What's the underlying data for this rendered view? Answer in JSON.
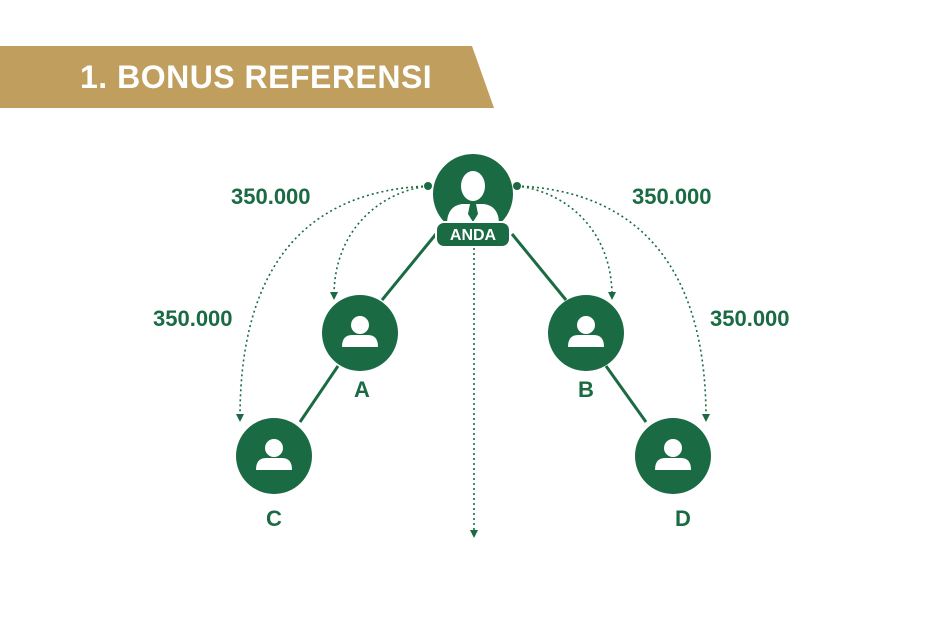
{
  "header": {
    "title": "1. BONUS REFERENSI"
  },
  "colors": {
    "green": "#1a6b43",
    "gold": "#c09f5e",
    "white": "#ffffff"
  },
  "nodes": {
    "root": {
      "label": "ANDA",
      "icon": "user-tie-icon"
    },
    "a": {
      "label": "A",
      "icon": "user-icon"
    },
    "b": {
      "label": "B",
      "icon": "user-icon"
    },
    "c": {
      "label": "C",
      "icon": "user-icon"
    },
    "d": {
      "label": "D",
      "icon": "user-icon"
    }
  },
  "bonuses": {
    "left_outer": "350.000",
    "left_inner": "350.000",
    "right_inner": "350.000",
    "right_outer": "350.000"
  }
}
